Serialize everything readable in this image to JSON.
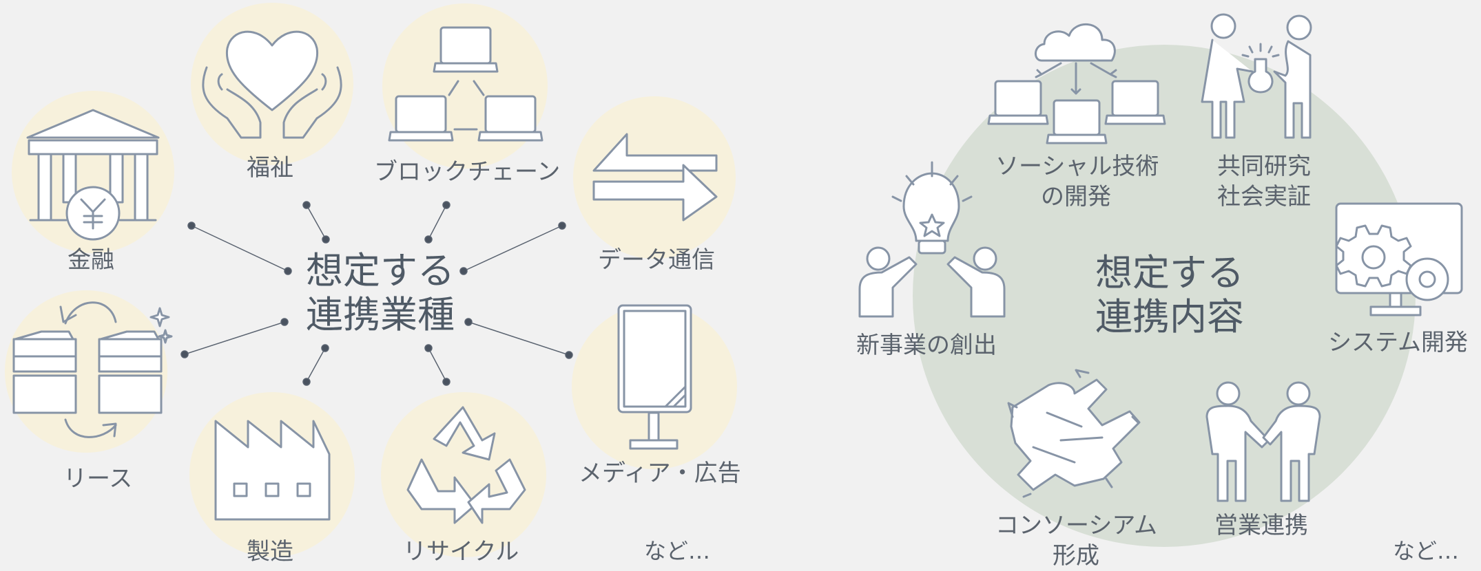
{
  "left": {
    "center_line1": "想定する",
    "center_line2": "連携業種",
    "industries": {
      "finance": "金融",
      "welfare": "福祉",
      "blockchain": "ブロックチェーン",
      "data_comm": "データ通信",
      "lease": "リース",
      "manufacturing": "製造",
      "recycle": "リサイクル",
      "media": "メディア・広告"
    },
    "etc": "など…"
  },
  "right": {
    "center_line1": "想定する",
    "center_line2": "連携内容",
    "contents": {
      "social_line1": "ソーシャル技術",
      "social_line2": "の開発",
      "joint_line1": "共同研究",
      "joint_line2": "社会実証",
      "new_business": "新事業の創出",
      "system_dev": "システム開発",
      "consortium_line1": "コンソーシアム",
      "consortium_line2": "形成",
      "sales": "営業連携"
    },
    "etc": "など…"
  },
  "colors": {
    "icon_stroke": "#8794a6",
    "circle_fill": "#f7f1dc",
    "right_circle": "#d8dfd6",
    "connector": "#5a6370",
    "background": "#f1f1f1"
  }
}
